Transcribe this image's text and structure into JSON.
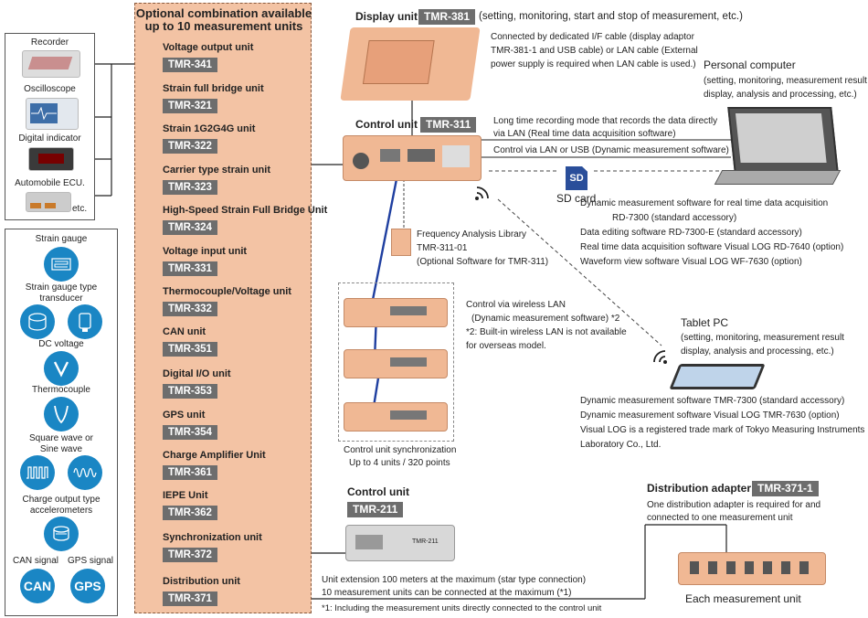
{
  "optional": {
    "line1": "Optional combination available",
    "line2": "up to 10 measurement units"
  },
  "modules": [
    {
      "name": "Voltage output unit",
      "code": "TMR-341"
    },
    {
      "name": "Strain full bridge unit",
      "code": "TMR-321"
    },
    {
      "name": "Strain 1G2G4G unit",
      "code": "TMR-322"
    },
    {
      "name": "Carrier type strain unit",
      "code": "TMR-323"
    },
    {
      "name": "High-Speed Strain Full Bridge Unit",
      "code": "TMR-324"
    },
    {
      "name": "Voltage input unit",
      "code": "TMR-331"
    },
    {
      "name": "Thermocouple/Voltage unit",
      "code": "TMR-332"
    },
    {
      "name": "CAN unit",
      "code": "TMR-351"
    },
    {
      "name": "Digital I/O unit",
      "code": "TMR-353"
    },
    {
      "name": "GPS unit",
      "code": "TMR-354"
    },
    {
      "name": "Charge Amplifier Unit",
      "code": "TMR-361"
    },
    {
      "name": "IEPE Unit",
      "code": "TMR-362"
    },
    {
      "name": "Synchronization unit",
      "code": "TMR-372"
    },
    {
      "name": "Distribution unit",
      "code": "TMR-371"
    }
  ],
  "left_top": {
    "recorder": "Recorder",
    "oscilloscope": "Oscilloscope",
    "digital_indicator": "Digital indicator",
    "ecu": "Automobile ECU.",
    "etc": "etc."
  },
  "left_bottom": {
    "strain_gauge": "Strain gauge",
    "transducer1": "Strain gauge type",
    "transducer2": "transducer",
    "dc_voltage": "DC voltage",
    "thermocouple": "Thermocouple",
    "square1": "Square wave or",
    "square2": "Sine wave",
    "charge1": "Charge output type",
    "charge2": "accelerometers",
    "can_signal": "CAN signal",
    "gps_signal": "GPS signal",
    "can_icon": "CAN",
    "gps_icon": "GPS"
  },
  "display_unit": {
    "label": "Display unit",
    "code": "TMR-381",
    "desc": "(setting, monitoring, start and stop of measurement, etc.)",
    "conn": [
      "Connected by dedicated I/F cable (display adaptor",
      "TMR-381-1 and USB cable) or LAN cable (External",
      "power supply is required when LAN cable is used.)"
    ]
  },
  "pc": {
    "title": "Personal computer",
    "desc": [
      "(setting, monitoring, measurement result",
      "display, analysis and processing, etc.)"
    ]
  },
  "control_unit": {
    "label": "Control unit",
    "code": "TMR-311"
  },
  "long_time": [
    "Long time recording mode that records the data directly",
    "via LAN (Real time data acquisition software)"
  ],
  "control_lan_usb": "Control via LAN or USB (Dynamic measurement software)",
  "sd": {
    "icon": "SD",
    "label": "SD card"
  },
  "software": [
    "Dynamic measurement software for real time data acquisition",
    "RD-7300 (standard accessory)",
    "Data editing software RD-7300-E (standard accessory)",
    "Real time data acquisition software Visual LOG RD-7640 (option)",
    "Waveform view software Visual LOG WF-7630 (option)"
  ],
  "freq": [
    "Frequency Analysis Library",
    "TMR-311-01",
    "(Optional Software for TMR-311)"
  ],
  "wireless": [
    "Control via wireless LAN",
    "(Dynamic measurement software) *2",
    "*2: Built-in wireless LAN is not available",
    "for overseas model."
  ],
  "tablet": {
    "title": "Tablet PC",
    "desc": [
      "(setting, monitoring, measurement result",
      "display, analysis and processing, etc.)"
    ]
  },
  "tablet_sw": [
    "Dynamic measurement software TMR-7300 (standard accessory)",
    "Dynamic measurement software Visual LOG TMR-7630 (option)",
    "Visual LOG is a registered trade mark of Tokyo Measuring Instruments",
    "Laboratory Co., Ltd."
  ],
  "sync": [
    "Control unit synchronization",
    "Up to 4 units / 320 points"
  ],
  "control2": {
    "label": "Control unit",
    "code": "TMR-211",
    "panel": "TMR-211"
  },
  "dist": {
    "label": "Distribution adapter",
    "code": "TMR-371-1",
    "desc": [
      "One distribution adapter is required for and",
      "connected to one measurement unit"
    ],
    "each": "Each measurement unit"
  },
  "extension": [
    "Unit extension 100 meters at the maximum (star type connection)",
    "10 measurement units can be connected at the maximum (*1)",
    "*1: Including the measurement units directly connected to the control unit"
  ],
  "colors": {
    "unit": "#f0b894",
    "tag": "#6d6d6d",
    "blue_icon": "#1a86c4",
    "sync_line": "#1f3fa0"
  }
}
